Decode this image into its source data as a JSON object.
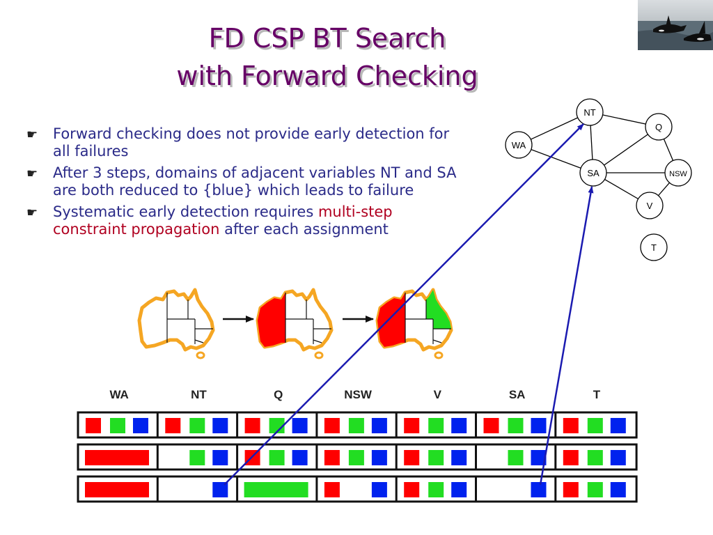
{
  "title": {
    "line1": "FD CSP BT Search",
    "line2": "with Forward Checking"
  },
  "bullets": [
    {
      "icon": "pointing-hand-icon",
      "text": "Forward checking does not provide early detection for all failures"
    },
    {
      "icon": "pointing-hand-icon",
      "text": "After 3 steps, domains of adjacent variables NT and SA are both reduced to {blue} which leads to failure"
    },
    {
      "icon": "pointing-hand-icon",
      "text_before": "Systematic early detection requires ",
      "text_highlight": "multi-step constraint propagation",
      "text_after": " after each assignment"
    }
  ],
  "graph": {
    "nodes": [
      "NT",
      "Q",
      "WA",
      "SA",
      "NSW",
      "V",
      "T"
    ],
    "edges": [
      [
        "WA",
        "NT"
      ],
      [
        "WA",
        "SA"
      ],
      [
        "NT",
        "SA"
      ],
      [
        "NT",
        "Q"
      ],
      [
        "SA",
        "Q"
      ],
      [
        "SA",
        "NSW"
      ],
      [
        "SA",
        "V"
      ],
      [
        "Q",
        "NSW"
      ],
      [
        "NSW",
        "V"
      ]
    ]
  },
  "table": {
    "headers": [
      "WA",
      "NT",
      "Q",
      "NSW",
      "V",
      "SA",
      "T"
    ],
    "rows": [
      [
        [
          "red",
          "green",
          "blue"
        ],
        [
          "red",
          "green",
          "blue"
        ],
        [
          "red",
          "green",
          "blue"
        ],
        [
          "red",
          "green",
          "blue"
        ],
        [
          "red",
          "green",
          "blue"
        ],
        [
          "red",
          "green",
          "blue"
        ],
        [
          "red",
          "green",
          "blue"
        ]
      ],
      [
        [
          "red"
        ],
        [
          "green",
          "blue"
        ],
        [
          "red",
          "green",
          "blue"
        ],
        [
          "red",
          "green",
          "blue"
        ],
        [
          "red",
          "green",
          "blue"
        ],
        [
          "green",
          "blue"
        ],
        [
          "red",
          "green",
          "blue"
        ]
      ],
      [
        [
          "red"
        ],
        [
          "blue"
        ],
        [
          "green"
        ],
        [
          "red",
          "blue"
        ],
        [
          "red",
          "green",
          "blue"
        ],
        [
          "blue"
        ],
        [
          "red",
          "green",
          "blue"
        ]
      ]
    ]
  },
  "maps": {
    "map1": [],
    "map2": [
      "WA"
    ],
    "map3": [
      "WA",
      "Q"
    ]
  },
  "colors": {
    "title": "#660066",
    "bullet_text": "#2a2a88",
    "highlight": "#b00020",
    "red": "#ff0000",
    "green": "#22dd22",
    "blue": "#0022ee",
    "arrow": "#1a1ab0",
    "map_outline": "#f5a623"
  }
}
